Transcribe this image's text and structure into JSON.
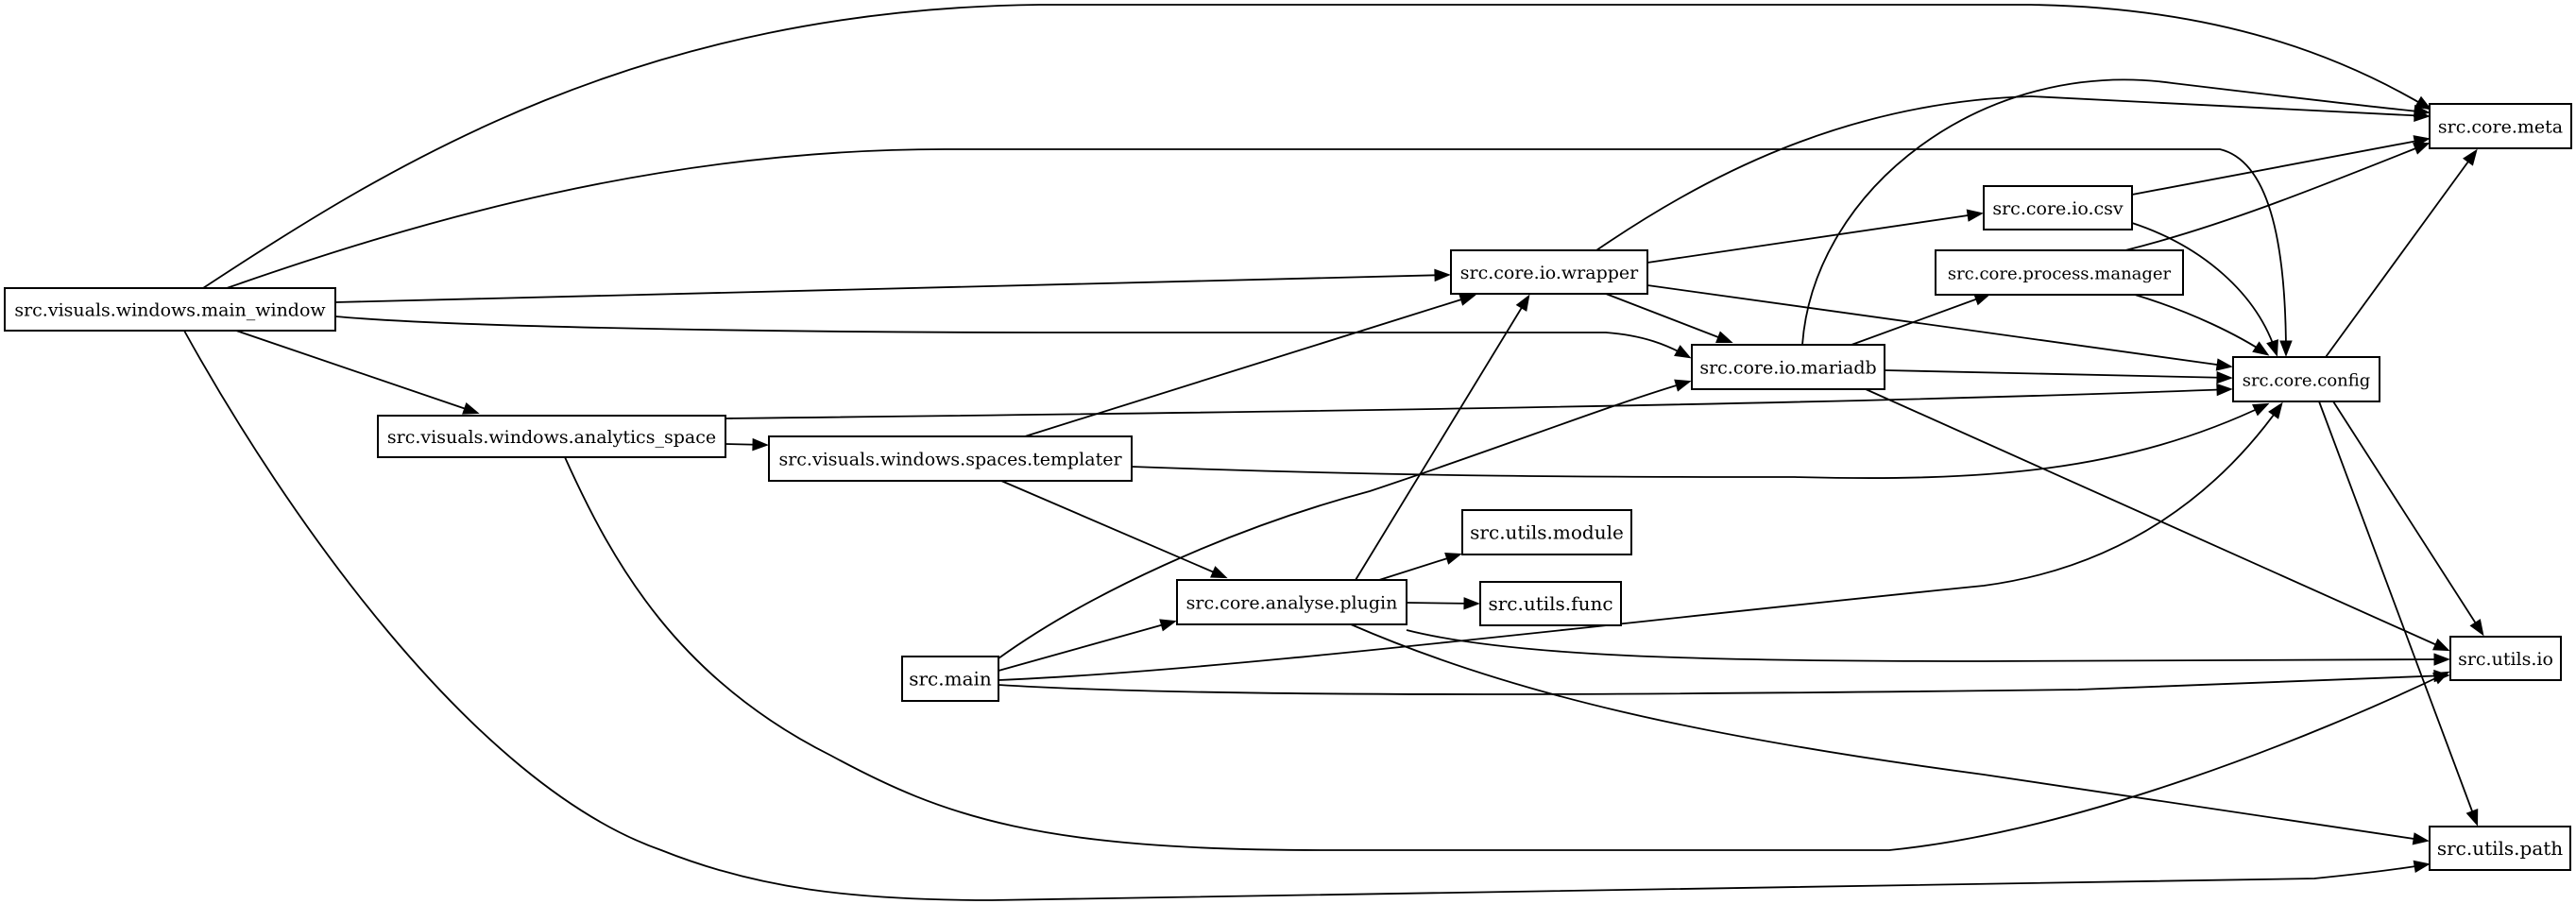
{
  "diagram": {
    "nodes": [
      {
        "id": "main_window",
        "label": "src.visuals.windows.main_window"
      },
      {
        "id": "analytics_space",
        "label": "src.visuals.windows.analytics_space"
      },
      {
        "id": "templater",
        "label": "src.visuals.windows.spaces.templater"
      },
      {
        "id": "main",
        "label": "src.main"
      },
      {
        "id": "analyse_plugin",
        "label": "src.core.analyse.plugin"
      },
      {
        "id": "utils_module",
        "label": "src.utils.module"
      },
      {
        "id": "utils_func",
        "label": "src.utils.func"
      },
      {
        "id": "io_wrapper",
        "label": "src.core.io.wrapper"
      },
      {
        "id": "io_mariadb",
        "label": "src.core.io.mariadb"
      },
      {
        "id": "io_csv",
        "label": "src.core.io.csv"
      },
      {
        "id": "process_manager",
        "label": "src.core.process.manager"
      },
      {
        "id": "core_config",
        "label": "src.core.config"
      },
      {
        "id": "core_meta",
        "label": "src.core.meta"
      },
      {
        "id": "utils_io",
        "label": "src.utils.io"
      },
      {
        "id": "utils_path",
        "label": "src.utils.path"
      }
    ],
    "edges": [
      {
        "from": "main_window",
        "to": "core_meta"
      },
      {
        "from": "main_window",
        "to": "core_config"
      },
      {
        "from": "main_window",
        "to": "io_wrapper"
      },
      {
        "from": "main_window",
        "to": "io_mariadb"
      },
      {
        "from": "main_window",
        "to": "analytics_space"
      },
      {
        "from": "main_window",
        "to": "utils_path"
      },
      {
        "from": "analytics_space",
        "to": "templater"
      },
      {
        "from": "analytics_space",
        "to": "core_config"
      },
      {
        "from": "analytics_space",
        "to": "utils_io"
      },
      {
        "from": "templater",
        "to": "io_wrapper"
      },
      {
        "from": "templater",
        "to": "analyse_plugin"
      },
      {
        "from": "templater",
        "to": "core_config"
      },
      {
        "from": "main",
        "to": "analyse_plugin"
      },
      {
        "from": "main",
        "to": "io_mariadb"
      },
      {
        "from": "main",
        "to": "core_config"
      },
      {
        "from": "main",
        "to": "utils_io"
      },
      {
        "from": "analyse_plugin",
        "to": "io_wrapper"
      },
      {
        "from": "analyse_plugin",
        "to": "utils_module"
      },
      {
        "from": "analyse_plugin",
        "to": "utils_func"
      },
      {
        "from": "analyse_plugin",
        "to": "utils_io"
      },
      {
        "from": "analyse_plugin",
        "to": "utils_path"
      },
      {
        "from": "io_wrapper",
        "to": "core_meta"
      },
      {
        "from": "io_wrapper",
        "to": "io_csv"
      },
      {
        "from": "io_wrapper",
        "to": "io_mariadb"
      },
      {
        "from": "io_wrapper",
        "to": "core_config"
      },
      {
        "from": "io_mariadb",
        "to": "core_meta"
      },
      {
        "from": "io_mariadb",
        "to": "process_manager"
      },
      {
        "from": "io_mariadb",
        "to": "core_config"
      },
      {
        "from": "io_mariadb",
        "to": "utils_io"
      },
      {
        "from": "io_csv",
        "to": "core_meta"
      },
      {
        "from": "io_csv",
        "to": "core_config"
      },
      {
        "from": "process_manager",
        "to": "core_meta"
      },
      {
        "from": "process_manager",
        "to": "core_config"
      },
      {
        "from": "core_config",
        "to": "core_meta"
      },
      {
        "from": "core_config",
        "to": "utils_io"
      },
      {
        "from": "core_config",
        "to": "utils_path"
      }
    ]
  }
}
